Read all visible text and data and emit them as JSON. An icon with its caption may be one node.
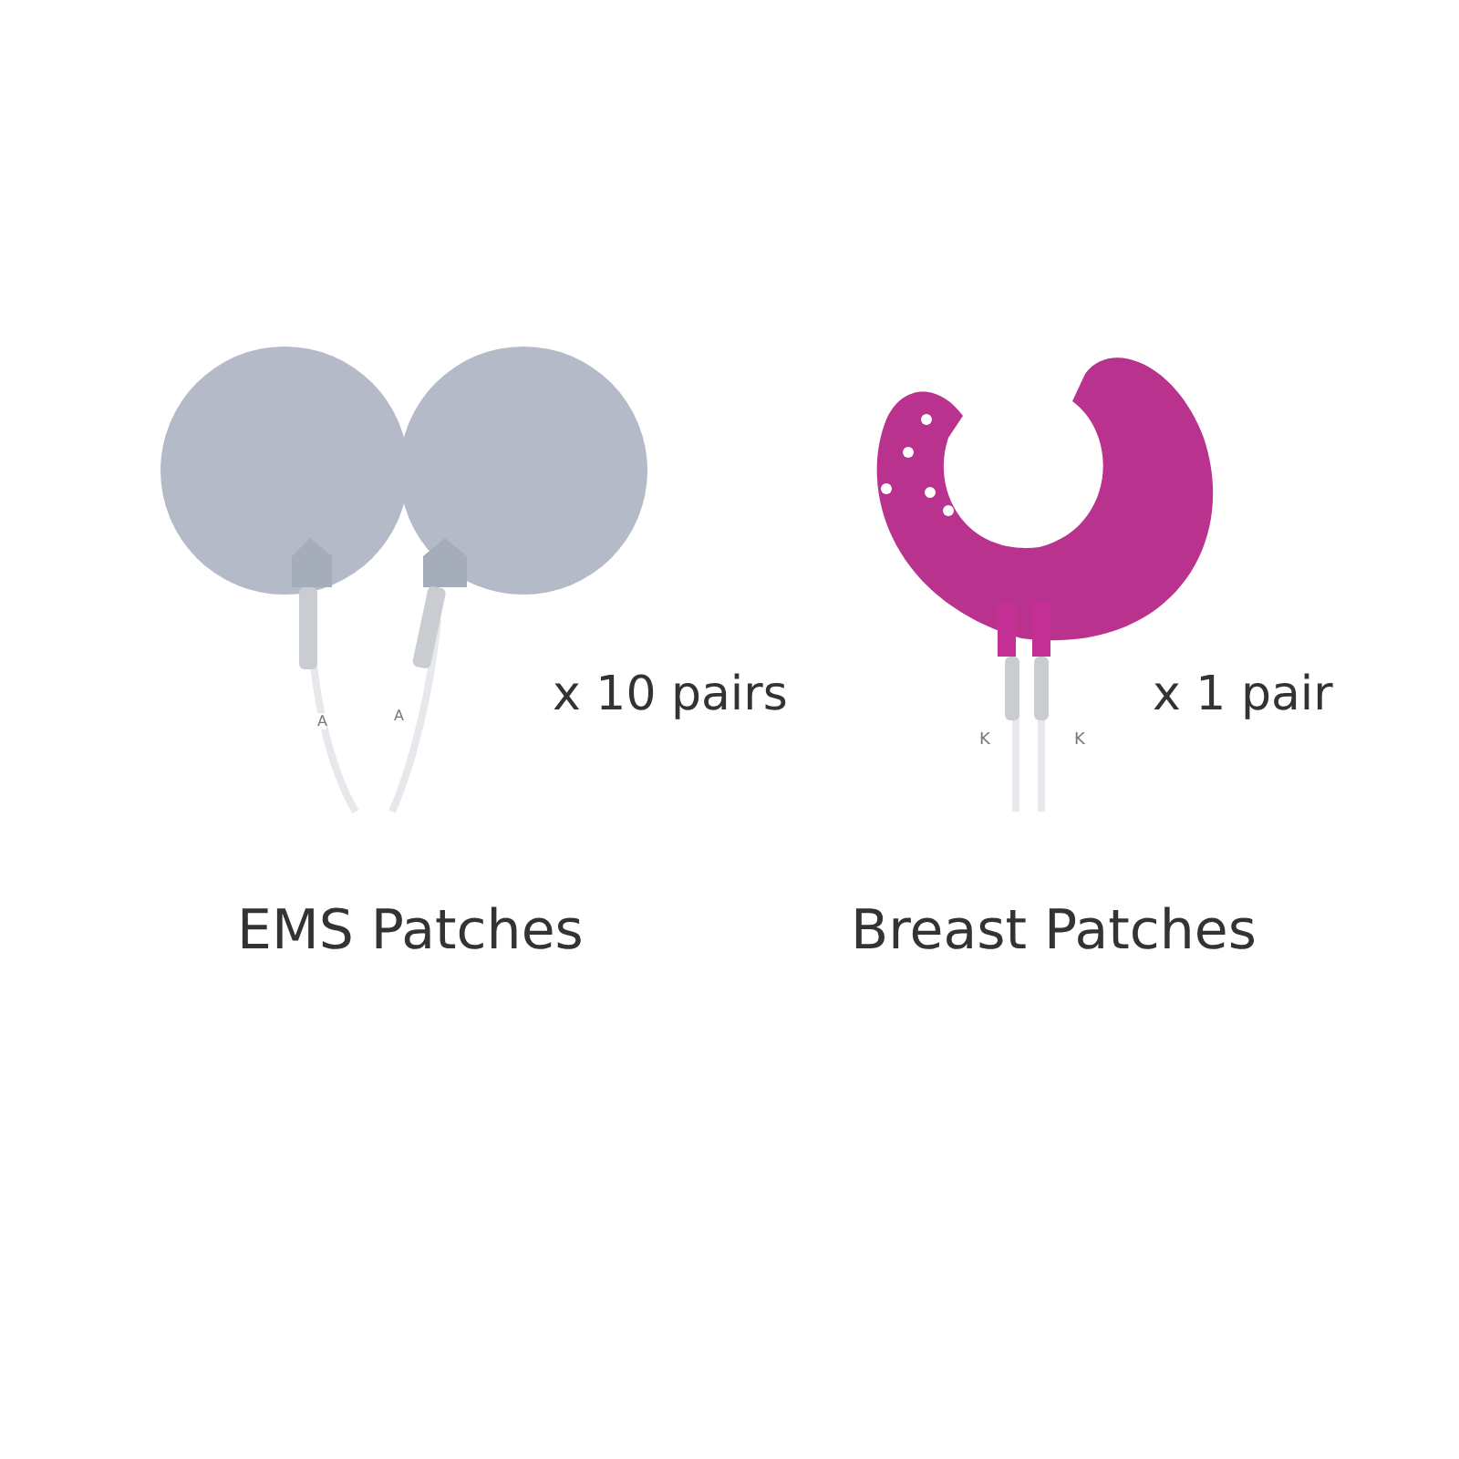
{
  "diagram": {
    "labels": [
      "x 10 pairs",
      "x 1 pair",
      "A",
      "A",
      "K",
      "K",
      "EMS Patches",
      "Breast Patches"
    ]
  }
}
